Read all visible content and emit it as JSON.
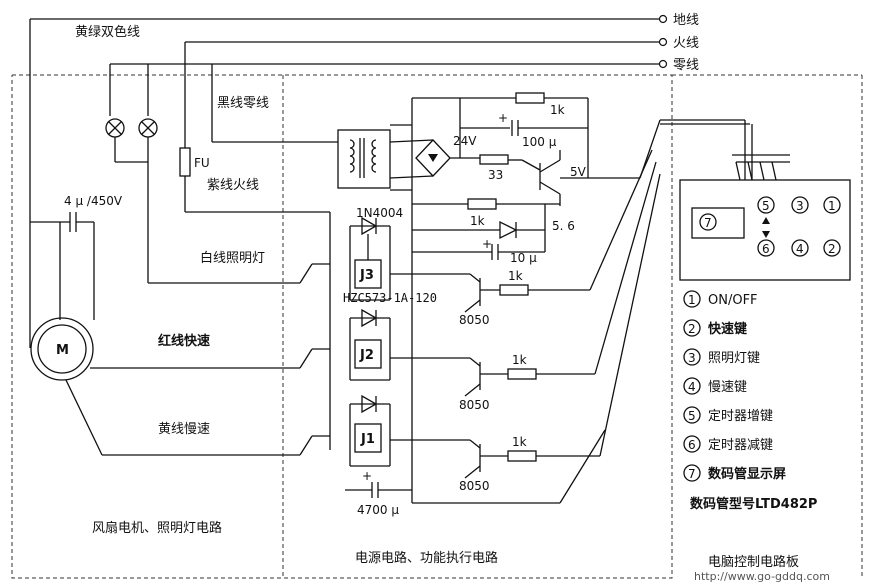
{
  "lines": {
    "ground_terminal": "地线",
    "live_terminal": "火线",
    "neutral_terminal": "零线",
    "yellow_green": "黄绿双色线",
    "black_neutral": "黑线零线",
    "purple_live": "紫线火线",
    "white_light": "白线照明灯",
    "red_fast": "红线快速",
    "yellow_slow": "黄线慢速"
  },
  "components": {
    "fuse": "FU",
    "cap_motor": "4 μ /450V",
    "motor": "M",
    "diode": "1N4004",
    "relay_model": "HZC573-1A-120",
    "relay1": "J1",
    "relay2": "J2",
    "relay3": "J3",
    "transistor_a": "8050",
    "transistor_b": "8050",
    "transistor_c": "8050",
    "res_1k_top": "1k",
    "res_1k_mid": "1k",
    "res_1k_j3": "1k",
    "res_1k_j2": "1k",
    "res_1k_j1": "1k",
    "cap_100": "100 μ",
    "volt_24": "24V",
    "res_33": "33",
    "volt_5": "5V",
    "zener": "5. 6",
    "cap_10": "10 μ",
    "cap_4700": "4700 μ",
    "panel_digit": "7"
  },
  "panel": {
    "buttons": [
      "5",
      "3",
      "1",
      "6",
      "4",
      "2"
    ],
    "legend": [
      {
        "num": "1",
        "text": "ON/OFF"
      },
      {
        "num": "2",
        "text": "快速键"
      },
      {
        "num": "3",
        "text": "照明灯键"
      },
      {
        "num": "4",
        "text": "慢速键"
      },
      {
        "num": "5",
        "text": "定时器增键"
      },
      {
        "num": "6",
        "text": "定时器减键"
      },
      {
        "num": "7",
        "text": "数码管显示屏"
      }
    ],
    "model": "数码管型号LTD482P"
  },
  "sections": {
    "left": "风扇电机、照明灯电路",
    "middle": "电源电路、功能执行电路",
    "right": "电脑控制电路板"
  },
  "watermark": "http://www.go-gddq.com"
}
